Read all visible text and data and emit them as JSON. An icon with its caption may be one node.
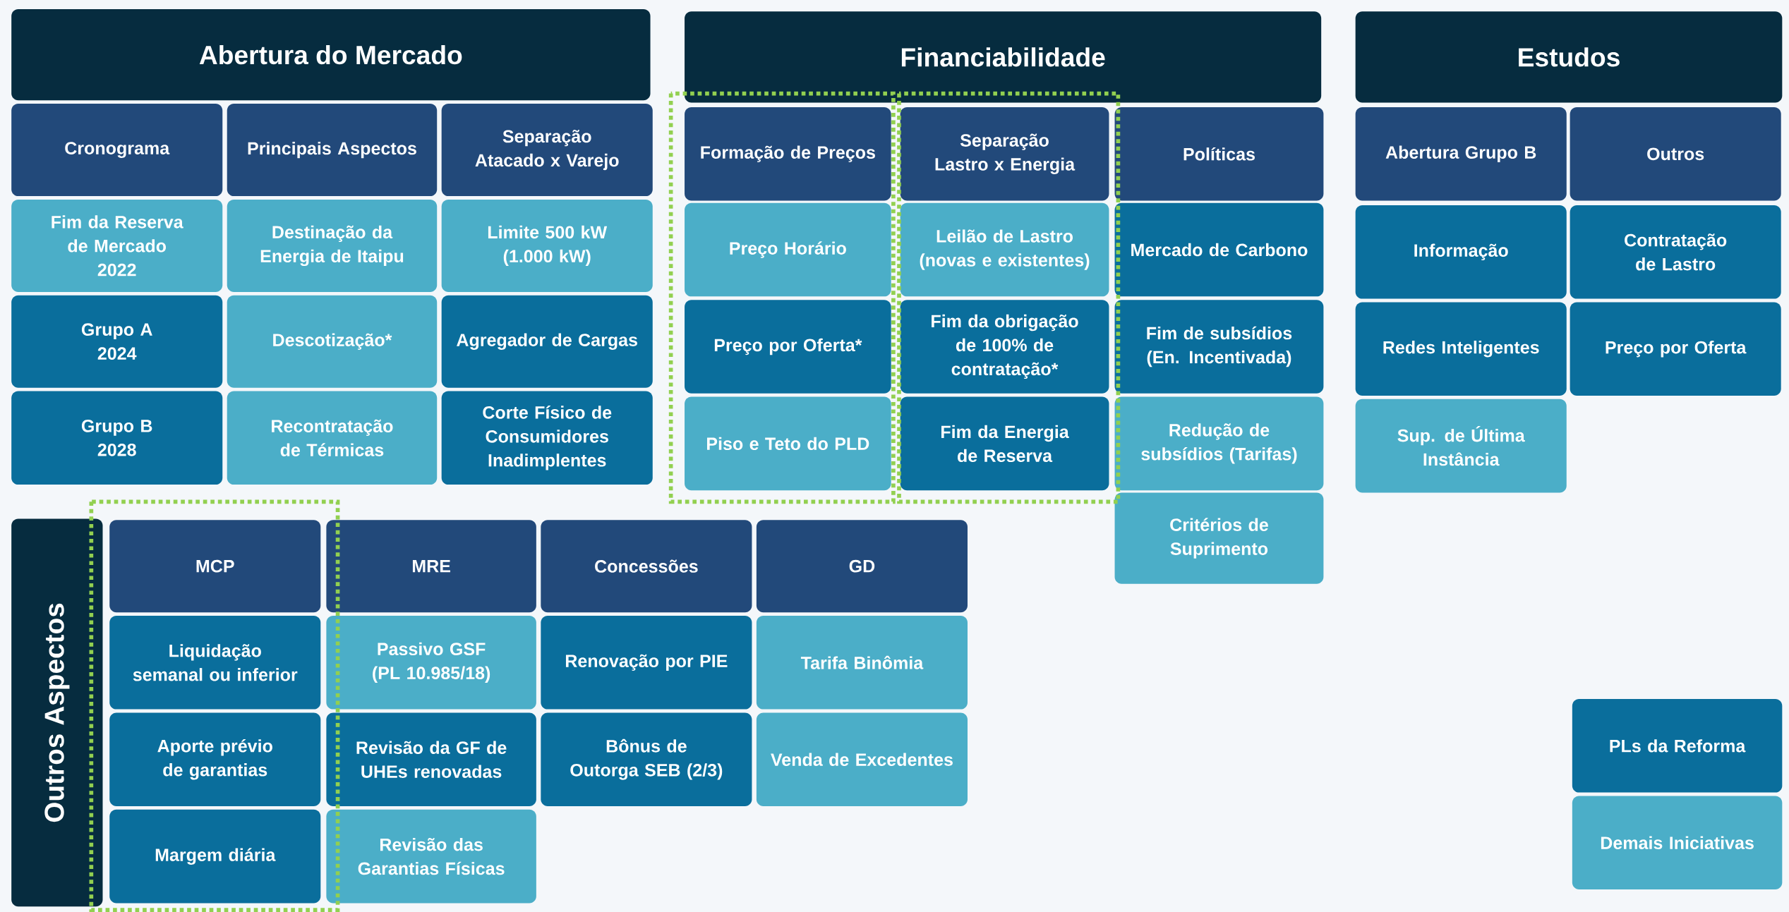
{
  "diagram": {
    "nodes": [
      {
        "text": [
          "Abertura do Mercado"
        ]
      },
      {
        "text": [
          "Cronograma"
        ]
      },
      {
        "text": [
          "Fim da Reserva de Mercado",
          "2022"
        ]
      },
      {
        "text": [
          "Grupo A",
          "2024"
        ]
      },
      {
        "text": [
          "Grupo B",
          "2028"
        ]
      },
      {
        "text": [
          "Principais Aspectos"
        ]
      },
      {
        "text": [
          "Destinação da Energia de Itaipu"
        ]
      },
      {
        "text": [
          "Descotização*"
        ]
      },
      {
        "text": [
          "Recontratação de Térmicas"
        ]
      },
      {
        "text": [
          "Separação Atacado x Varejo"
        ]
      },
      {
        "text": [
          "Limite 500 kW (1.000 kW)"
        ]
      },
      {
        "text": [
          "Agregador de Cargas"
        ]
      },
      {
        "text": [
          "Corte Físico de Consumidores Inadimplentes"
        ]
      },
      {
        "text": [
          "Financiabilidade"
        ]
      },
      {
        "text": [
          "Formação de Preços"
        ]
      },
      {
        "text": [
          "Preço Horário"
        ]
      },
      {
        "text": [
          "Preço por Oferta*"
        ]
      },
      {
        "text": [
          "Piso e Teto do PLD"
        ]
      },
      {
        "text": [
          "Separação Lastro x Energia"
        ]
      },
      {
        "text": [
          "Leilão de Lastro (novas e existentes)"
        ]
      },
      {
        "text": [
          "Fim da obrigação de 100% de contratação*"
        ]
      },
      {
        "text": [
          "Fim da Energia de Reserva"
        ]
      },
      {
        "text": [
          "Políticas"
        ]
      },
      {
        "text": [
          "Mercado de Carbono"
        ]
      },
      {
        "text": [
          "Fim de subsídios (En. Incentivada)"
        ]
      },
      {
        "text": [
          "Redução de subsídios (Tarifas)"
        ]
      },
      {
        "text": [
          "Critérios de Suprimento"
        ]
      },
      {
        "text": [
          "Estudos"
        ]
      },
      {
        "text": [
          "Abertura Grupo B"
        ]
      },
      {
        "text": [
          "Informação"
        ]
      },
      {
        "text": [
          "Redes Inteligentes"
        ]
      },
      {
        "text": [
          "Sup. de Última Instância"
        ]
      },
      {
        "text": [
          "Outros"
        ]
      },
      {
        "text": [
          "Contratação de Lastro"
        ]
      },
      {
        "text": [
          "Preço por Oferta"
        ]
      },
      {
        "text": [
          "Outros Aspectos"
        ]
      },
      {
        "text": [
          "MCP"
        ]
      },
      {
        "text": [
          "Liquidação semanal ou inferior"
        ]
      },
      {
        "text": [
          "Aporte prévio de garantias"
        ]
      },
      {
        "text": [
          "Margem diária"
        ]
      },
      {
        "text": [
          "MRE"
        ]
      },
      {
        "text": [
          "Passivo GSF (PL 10.985/18)"
        ]
      },
      {
        "text": [
          "Revisão da GF de UHEs renovadas"
        ]
      },
      {
        "text": [
          "Revisão das Garantias Físicas"
        ]
      },
      {
        "text": [
          "Concessões"
        ]
      },
      {
        "text": [
          "Renovação por PIE"
        ]
      },
      {
        "text": [
          "Bônus de Outorga SEB (2/3)"
        ]
      },
      {
        "text": [
          "GD"
        ]
      },
      {
        "text": [
          "Tarifa Binômia"
        ]
      },
      {
        "text": [
          "Venda de Excedentes"
        ]
      },
      {
        "text": [
          "PLs da Reforma"
        ]
      },
      {
        "text": [
          "Demais Iniciativas"
        ]
      }
    ]
  }
}
